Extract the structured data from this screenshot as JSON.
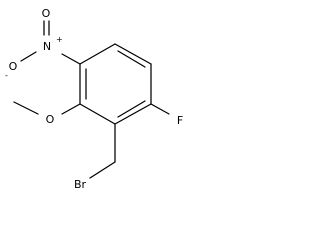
{
  "molecule": {
    "atoms": {
      "nitro_n": "N",
      "nitro_n_charge": "+",
      "nitro_o_double": "O",
      "nitro_o_single": "O",
      "nitro_o_charge": "-",
      "methoxy_o": "O",
      "fluorine": "F",
      "bromine": "Br"
    }
  }
}
